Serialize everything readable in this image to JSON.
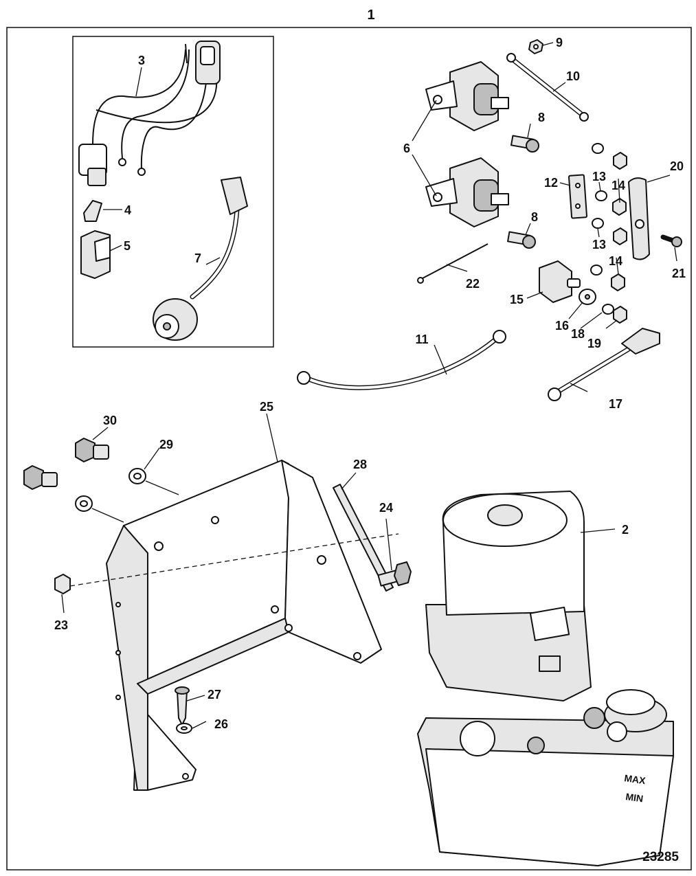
{
  "diagram": {
    "assembly_number": "1",
    "reference_number": "23285",
    "callouts": [
      {
        "id": "2",
        "label": "2"
      },
      {
        "id": "3",
        "label": "3"
      },
      {
        "id": "4",
        "label": "4"
      },
      {
        "id": "5",
        "label": "5"
      },
      {
        "id": "6",
        "label": "6"
      },
      {
        "id": "7",
        "label": "7"
      },
      {
        "id": "8a",
        "label": "8"
      },
      {
        "id": "8b",
        "label": "8"
      },
      {
        "id": "9",
        "label": "9"
      },
      {
        "id": "10",
        "label": "10"
      },
      {
        "id": "11",
        "label": "11"
      },
      {
        "id": "12",
        "label": "12"
      },
      {
        "id": "13a",
        "label": "13"
      },
      {
        "id": "13b",
        "label": "13"
      },
      {
        "id": "14a",
        "label": "14"
      },
      {
        "id": "14b",
        "label": "14"
      },
      {
        "id": "15",
        "label": "15"
      },
      {
        "id": "16",
        "label": "16"
      },
      {
        "id": "17",
        "label": "17"
      },
      {
        "id": "18",
        "label": "18"
      },
      {
        "id": "19",
        "label": "19"
      },
      {
        "id": "20",
        "label": "20"
      },
      {
        "id": "21",
        "label": "21"
      },
      {
        "id": "22",
        "label": "22"
      },
      {
        "id": "23",
        "label": "23"
      },
      {
        "id": "24",
        "label": "24"
      },
      {
        "id": "25",
        "label": "25"
      },
      {
        "id": "26",
        "label": "26"
      },
      {
        "id": "27",
        "label": "27"
      },
      {
        "id": "28",
        "label": "28"
      },
      {
        "id": "29",
        "label": "29"
      },
      {
        "id": "30",
        "label": "30"
      }
    ],
    "reservoir_labels": {
      "max": "MAX",
      "min": "MIN"
    }
  }
}
